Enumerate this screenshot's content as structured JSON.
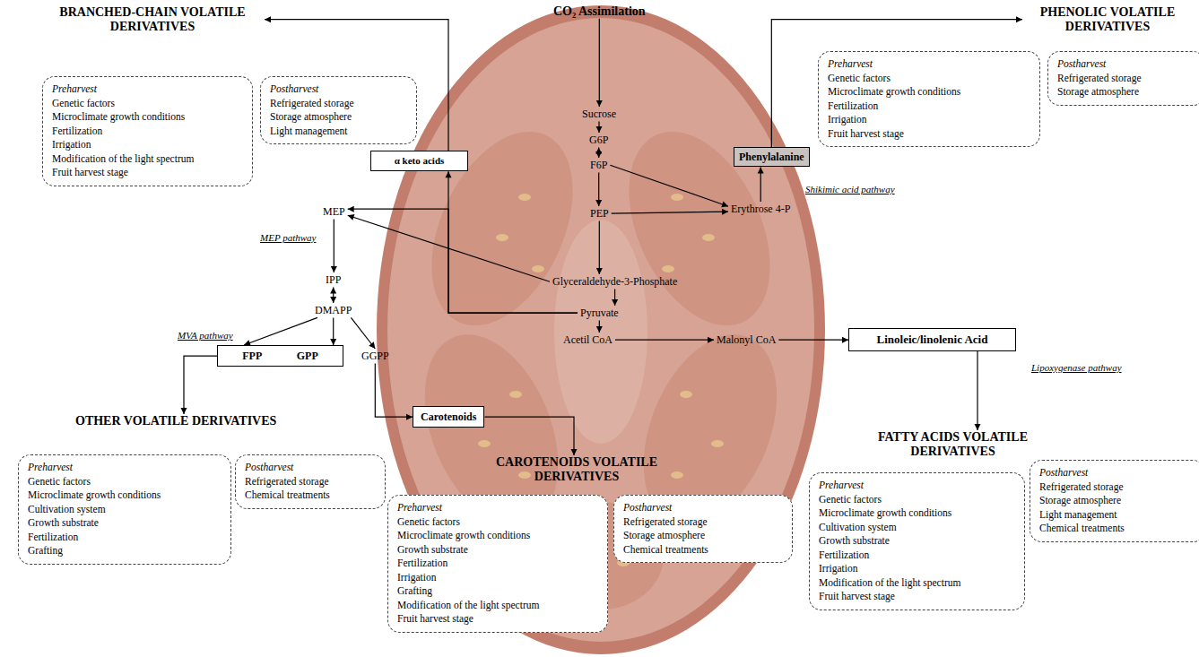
{
  "diagram": {
    "nodes": [
      {
        "text": [
          "BRANCHED-CHAIN VOLATILE DERIVATIVES"
        ]
      },
      {
        "text": [
          "Preharvest",
          "Genetic factors",
          "Microclimate growth conditions",
          "Fertilization",
          "Irrigation",
          "Modification of the light spectrum",
          "Fruit harvest stage"
        ]
      },
      {
        "text": [
          "Postharvest",
          "Refrigerated storage",
          "Storage atmosphere",
          "Light management"
        ]
      },
      {
        "text": [
          "CO₂ Assimilation"
        ]
      },
      {
        "text": [
          "PHENOLIC VOLATILE DERIVATIVES"
        ]
      },
      {
        "text": [
          "Preharvest",
          "Genetic factors",
          "Microclimate growth conditions",
          "Fertilization",
          "Irrigation",
          "Fruit harvest stage"
        ]
      },
      {
        "text": [
          "Postharvest",
          "Refrigerated storage",
          "Storage atmosphere"
        ]
      },
      {
        "text": [
          "Sucrose"
        ]
      },
      {
        "text": [
          "G6P"
        ]
      },
      {
        "text": [
          "Phenylalanine"
        ]
      },
      {
        "text": [
          "α keto acids"
        ]
      },
      {
        "text": [
          "F6P"
        ]
      },
      {
        "text": [
          "MEP"
        ]
      },
      {
        "text": [
          "Erythrose 4-P"
        ]
      },
      {
        "text": [
          "PEP"
        ]
      },
      {
        "text": [
          "IPP"
        ]
      },
      {
        "text": [
          "Glyceraldehyde-3-Phosphate"
        ]
      },
      {
        "text": [
          "DMAPP"
        ]
      },
      {
        "text": [
          "Pyruvate"
        ]
      },
      {
        "text": [
          "Acetil CoA"
        ]
      },
      {
        "text": [
          "Malonyl CoA"
        ]
      },
      {
        "text": [
          "Linoleic/linolenic Acid"
        ]
      },
      {
        "text": [
          "FPP",
          "GPP"
        ]
      },
      {
        "text": [
          "GGPP"
        ]
      },
      {
        "text": [
          "Carotenoids"
        ]
      },
      {
        "text": [
          "OTHER VOLATILE DERIVATIVES"
        ]
      },
      {
        "text": [
          "Preharvest",
          "Genetic factors",
          "Microclimate growth conditions",
          "Cultivation system",
          "Growth substrate",
          "Fertilization",
          "Grafting"
        ]
      },
      {
        "text": [
          "Postharvest",
          "Refrigerated storage",
          "Chemical treatments"
        ]
      },
      {
        "text": [
          "CAROTENOIDS VOLATILE DERIVATIVES"
        ]
      },
      {
        "text": [
          "Preharvest",
          "Genetic factors",
          "Microclimate growth conditions",
          "Growth substrate",
          "Fertilization",
          "Irrigation",
          "Grafting",
          "Modification of the light spectrum",
          "Fruit harvest stage"
        ]
      },
      {
        "text": [
          "Postharvest",
          "Refrigerated storage",
          "Storage atmosphere",
          "Chemical treatments"
        ]
      },
      {
        "text": [
          "FATTY ACIDS VOLATILE DERIVATIVES"
        ]
      },
      {
        "text": [
          "Preharvest",
          "Genetic factors",
          "Microclimate growth conditions",
          "Cultivation system",
          "Growth substrate",
          "Fertilization",
          "Irrigation",
          "Modification of the light spectrum",
          "Fruit harvest stage"
        ]
      },
      {
        "text": [
          "Postharvest",
          "Refrigerated storage",
          "Storage atmosphere",
          "Light management",
          "Chemical treatments"
        ]
      }
    ],
    "edges": [
      {
        "from": 3,
        "to": 7,
        "arrow": "to"
      },
      {
        "from": 7,
        "to": 8,
        "arrow": "to"
      },
      {
        "from": 8,
        "to": 11,
        "arrow": "both"
      },
      {
        "from": 11,
        "to": 14,
        "arrow": "to"
      },
      {
        "from": 14,
        "to": 16,
        "arrow": "to"
      },
      {
        "from": 16,
        "to": 18,
        "arrow": "to"
      },
      {
        "from": 18,
        "to": 19,
        "arrow": "to"
      },
      {
        "from": 19,
        "to": 20,
        "arrow": "to"
      },
      {
        "from": 20,
        "to": 21,
        "arrow": "to"
      },
      {
        "from": 21,
        "to": 31,
        "arrow": "to"
      },
      {
        "from": 11,
        "to": 13,
        "arrow": "to"
      },
      {
        "from": 14,
        "to": 13,
        "arrow": "to"
      },
      {
        "from": 13,
        "to": 9,
        "arrow": "to"
      },
      {
        "from": 9,
        "to": 4,
        "arrow": "to"
      },
      {
        "from": 18,
        "to": 10,
        "arrow": "to"
      },
      {
        "from": 10,
        "to": 0,
        "arrow": "to"
      },
      {
        "from": 18,
        "to": 12,
        "arrow": "to"
      },
      {
        "from": 16,
        "to": 12,
        "arrow": "to"
      },
      {
        "from": 12,
        "to": 15,
        "arrow": "to"
      },
      {
        "from": 15,
        "to": 17,
        "arrow": "both"
      },
      {
        "from": 17,
        "to": 22,
        "arrow": "to"
      },
      {
        "from": 17,
        "to": 22,
        "arrow": "to"
      },
      {
        "from": 17,
        "to": 23,
        "arrow": "to"
      },
      {
        "from": 22,
        "to": 25,
        "arrow": "to"
      },
      {
        "from": 23,
        "to": 24,
        "arrow": "to"
      },
      {
        "from": 24,
        "to": 28,
        "arrow": "to"
      }
    ],
    "labels": [
      "MEP pathway",
      "MVA pathway",
      "Shikimic acid pathway",
      "Lipoxygenase pathway"
    ]
  }
}
